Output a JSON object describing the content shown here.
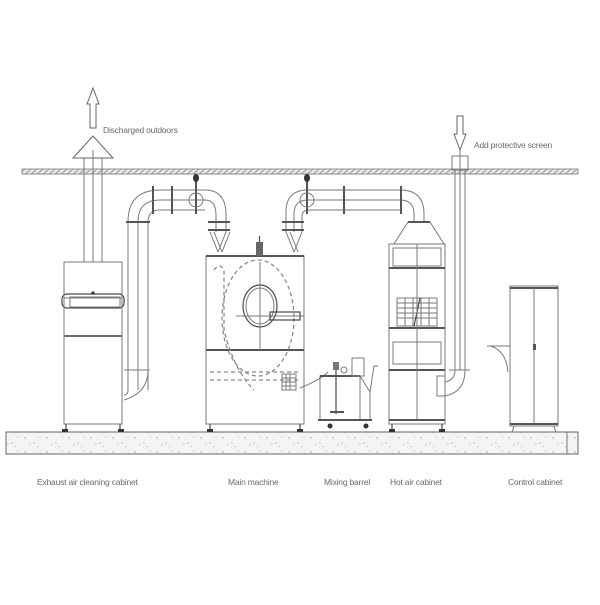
{
  "diagram": {
    "type": "equipment-layout",
    "colors": {
      "line": "#7a7a7a",
      "dark_line": "#4a4a4a",
      "label": "#6a6a6a",
      "floor_fill": "#f2f2f2",
      "background": "#ffffff"
    },
    "annotations": {
      "discharged_outdoors": "Discharged outdoors",
      "add_protective_screen": "Add protective screen"
    },
    "components": [
      {
        "id": "exhaust",
        "label": "Exhaust air cleaning cabinet"
      },
      {
        "id": "main",
        "label": "Main machine"
      },
      {
        "id": "mixing",
        "label": "Mixing barrel"
      },
      {
        "id": "hotair",
        "label": "Hot air cabinet"
      },
      {
        "id": "control",
        "label": "Control cabinet"
      }
    ]
  }
}
